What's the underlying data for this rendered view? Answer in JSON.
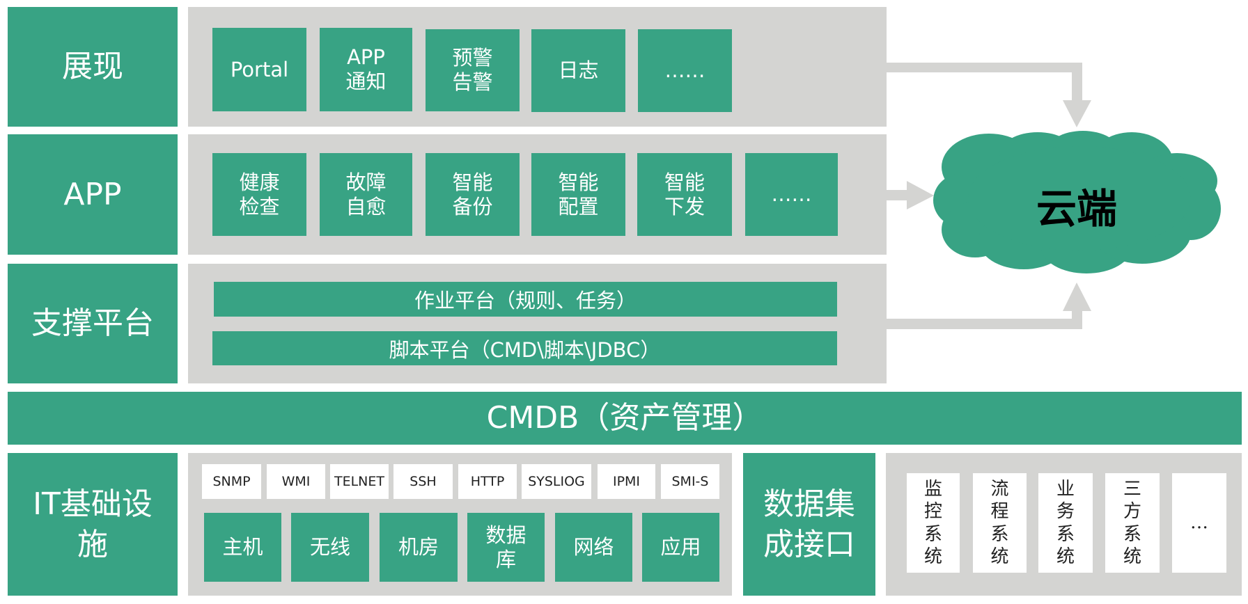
{
  "colors": {
    "green": "#38a384",
    "gray": "#d4d4d2",
    "white": "#ffffff",
    "dark_text": "#222222",
    "cloud_text": "#000000"
  },
  "layers": {
    "presentation": {
      "label": "展现",
      "items": [
        "Portal",
        "APP\n通知",
        "预警\n告警",
        "日志",
        "……"
      ]
    },
    "app": {
      "label": "APP",
      "items": [
        "健康\n检查",
        "故障\n自愈",
        "智能\n备份",
        "智能\n配置",
        "智能\n下发",
        "……"
      ]
    },
    "support": {
      "label": "支撑平台",
      "bars": [
        "作业平台（规则、任务）",
        "脚本平台（CMD\\脚本\\JDBC）"
      ]
    },
    "cmdb": {
      "label": "CMDB（资产管理）"
    },
    "infrastructure": {
      "label": "IT基础设\n施",
      "protocols": [
        "SNMP",
        "WMI",
        "TELNET",
        "SSH",
        "HTTP",
        "SYSLIOG",
        "IPMI",
        "SMI-S"
      ],
      "resources": [
        "主机",
        "无线",
        "机房",
        "数据\n库",
        "网络",
        "应用"
      ]
    },
    "integration": {
      "label": "数据集\n成接口",
      "systems": [
        "监\n控\n系\n统",
        "流\n程\n系\n统",
        "业\n务\n系\n统",
        "三\n方\n系\n统",
        "…"
      ]
    }
  },
  "cloud": {
    "label": "云端",
    "icon": "cloud-icon"
  }
}
